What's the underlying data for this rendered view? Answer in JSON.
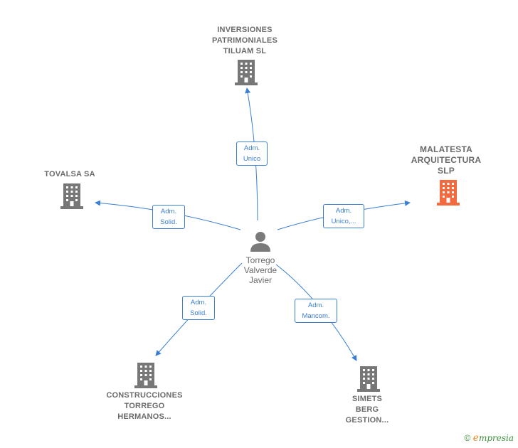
{
  "center": {
    "name_lines": [
      "Torrego",
      "Valverde",
      "Javier"
    ],
    "icon": "person-icon"
  },
  "companies": [
    {
      "id": "inversiones",
      "lines": [
        "INVERSIONES",
        "PATRIMONIALES",
        "TILUAM SL"
      ],
      "color": "#777777",
      "icon": "building-icon"
    },
    {
      "id": "malatesta",
      "lines": [
        "MALATESTA",
        "ARQUITECTURA",
        "SLP"
      ],
      "color": "#f26a3d",
      "icon": "building-icon"
    },
    {
      "id": "tovalsa",
      "lines": [
        "TOVALSA SA"
      ],
      "color": "#777777",
      "icon": "building-icon"
    },
    {
      "id": "construcciones",
      "lines": [
        "CONSTRUCCIONES",
        "TORREGO",
        "HERMANOS..."
      ],
      "color": "#777777",
      "icon": "building-icon"
    },
    {
      "id": "simets",
      "lines": [
        "SIMETS",
        "BERG",
        "GESTION..."
      ],
      "color": "#777777",
      "icon": "building-icon"
    }
  ],
  "relations": [
    {
      "to": "inversiones",
      "lines": [
        "Adm.",
        "Unico"
      ]
    },
    {
      "to": "malatesta",
      "lines": [
        "Adm.",
        "Unico,..."
      ]
    },
    {
      "to": "tovalsa",
      "lines": [
        "Adm.",
        "Solid."
      ]
    },
    {
      "to": "construcciones",
      "lines": [
        "Adm.",
        "Solid."
      ]
    },
    {
      "to": "simets",
      "lines": [
        "Adm.",
        "Mancom."
      ]
    }
  ],
  "colors": {
    "edge": "#3a7fd4",
    "text": "#6b6b6b",
    "building": "#777777",
    "highlight": "#f26a3d"
  },
  "footer": {
    "copyright": "©",
    "brand_first": "e",
    "brand_rest": "mpresia"
  }
}
